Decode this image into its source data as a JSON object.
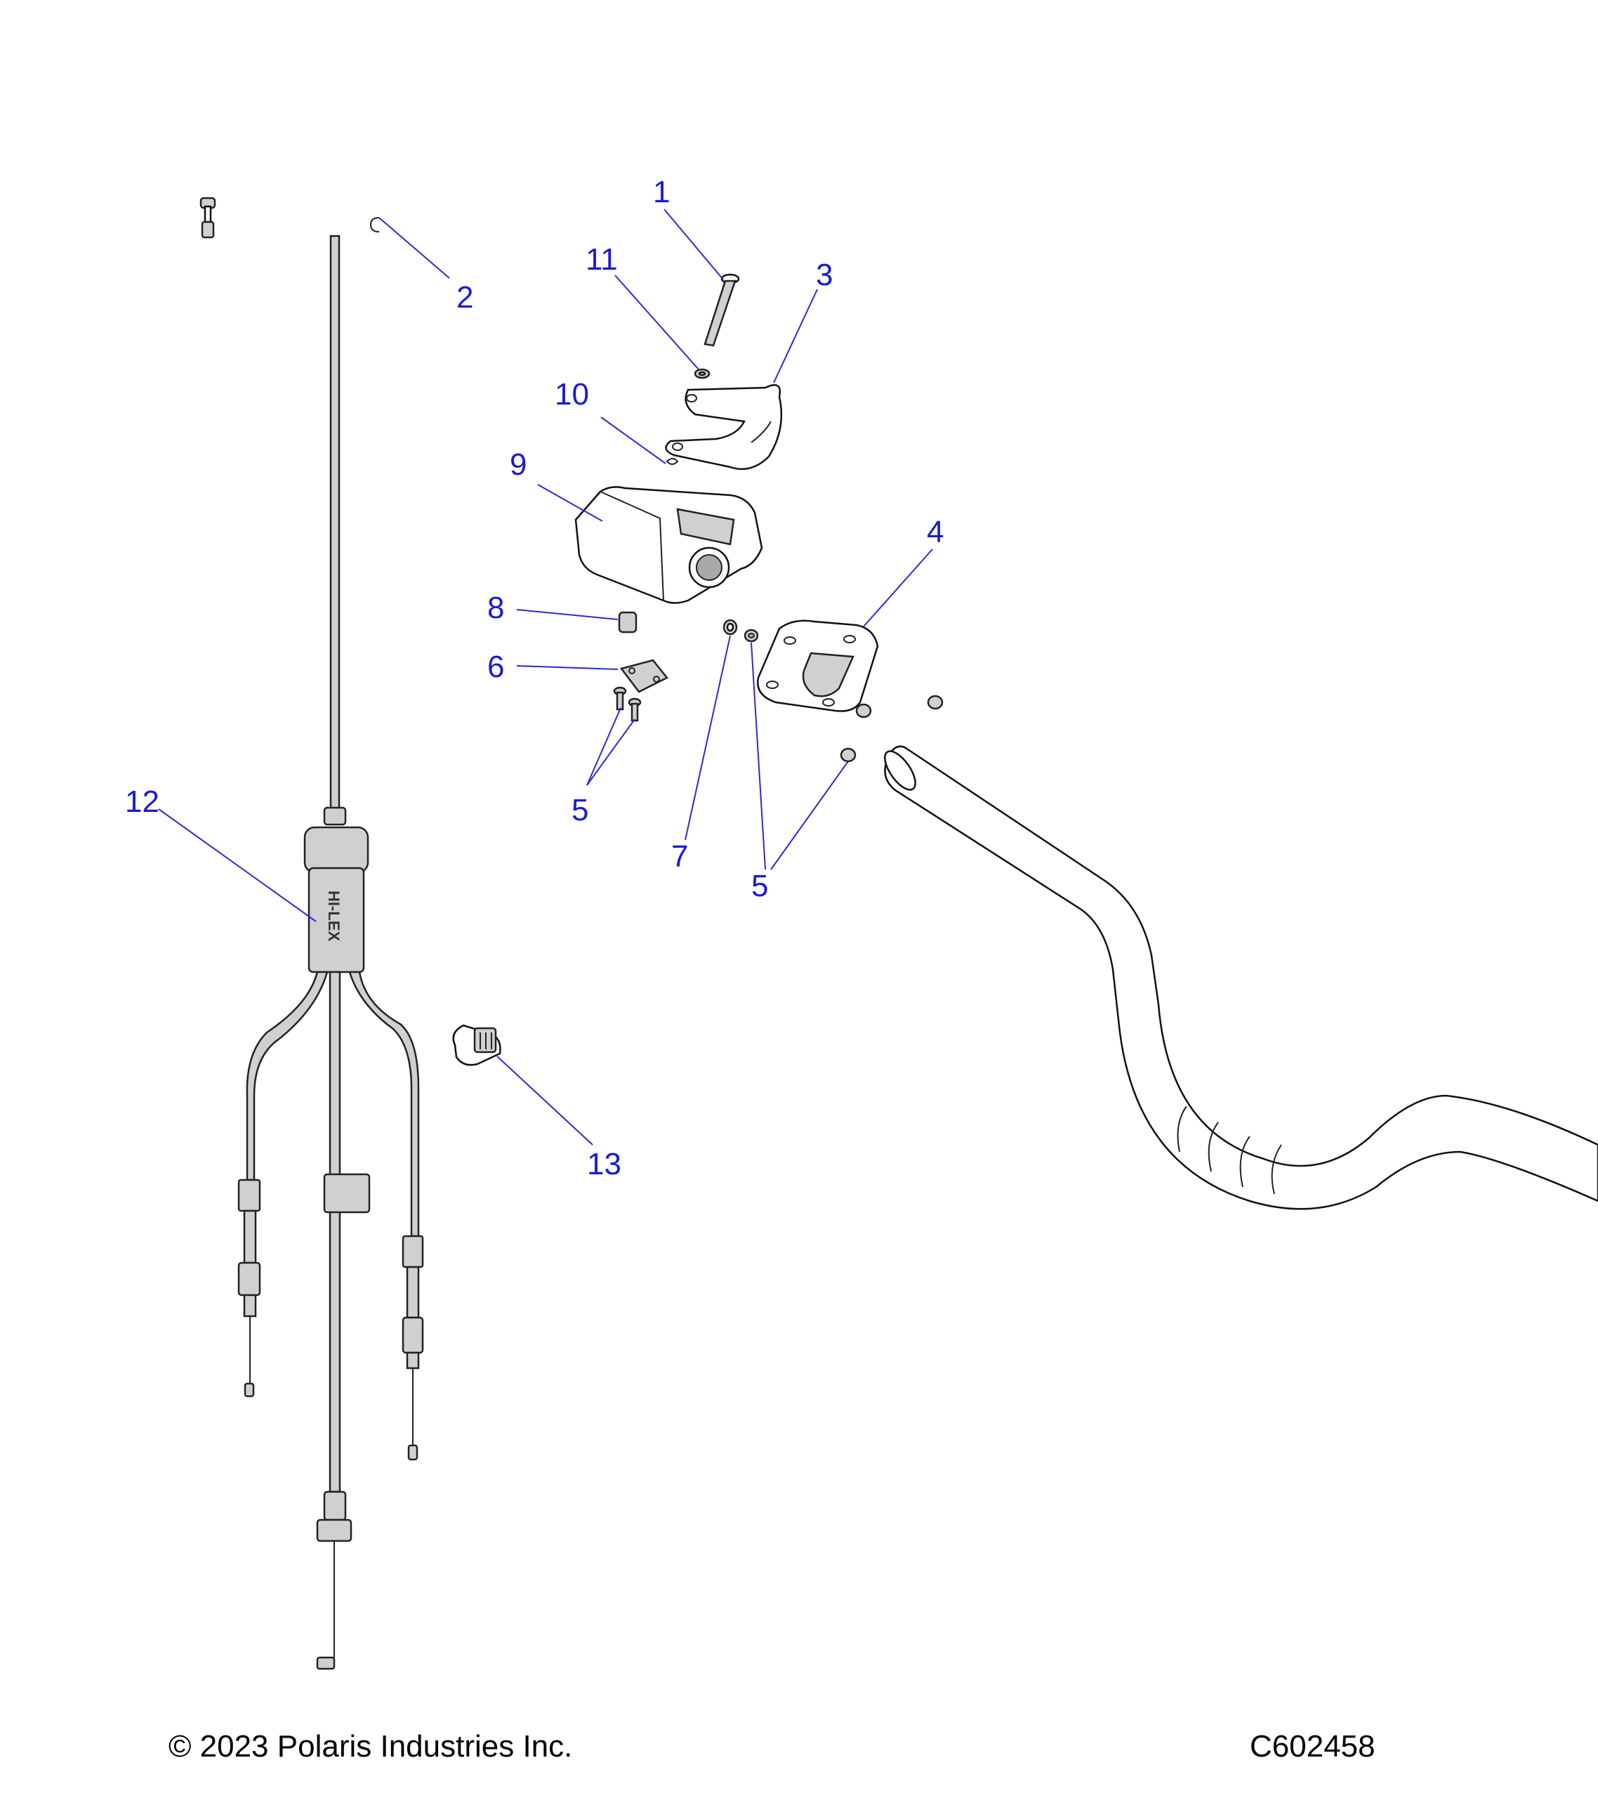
{
  "diagram": {
    "callouts": [
      {
        "id": "c1",
        "label": "1"
      },
      {
        "id": "c2",
        "label": "2"
      },
      {
        "id": "c3",
        "label": "3"
      },
      {
        "id": "c4",
        "label": "4"
      },
      {
        "id": "c5a",
        "label": "5"
      },
      {
        "id": "c5b",
        "label": "5"
      },
      {
        "id": "c6",
        "label": "6"
      },
      {
        "id": "c7",
        "label": "7"
      },
      {
        "id": "c8",
        "label": "8"
      },
      {
        "id": "c9",
        "label": "9"
      },
      {
        "id": "c10",
        "label": "10"
      },
      {
        "id": "c11",
        "label": "11"
      },
      {
        "id": "c12",
        "label": "12"
      },
      {
        "id": "c13",
        "label": "13"
      }
    ],
    "cable_brand": "HI-LEX",
    "callout_color": "#1a1ad6"
  },
  "footer": {
    "copyright": "© 2023 Polaris Industries Inc.",
    "drawing_id": "C602458"
  }
}
